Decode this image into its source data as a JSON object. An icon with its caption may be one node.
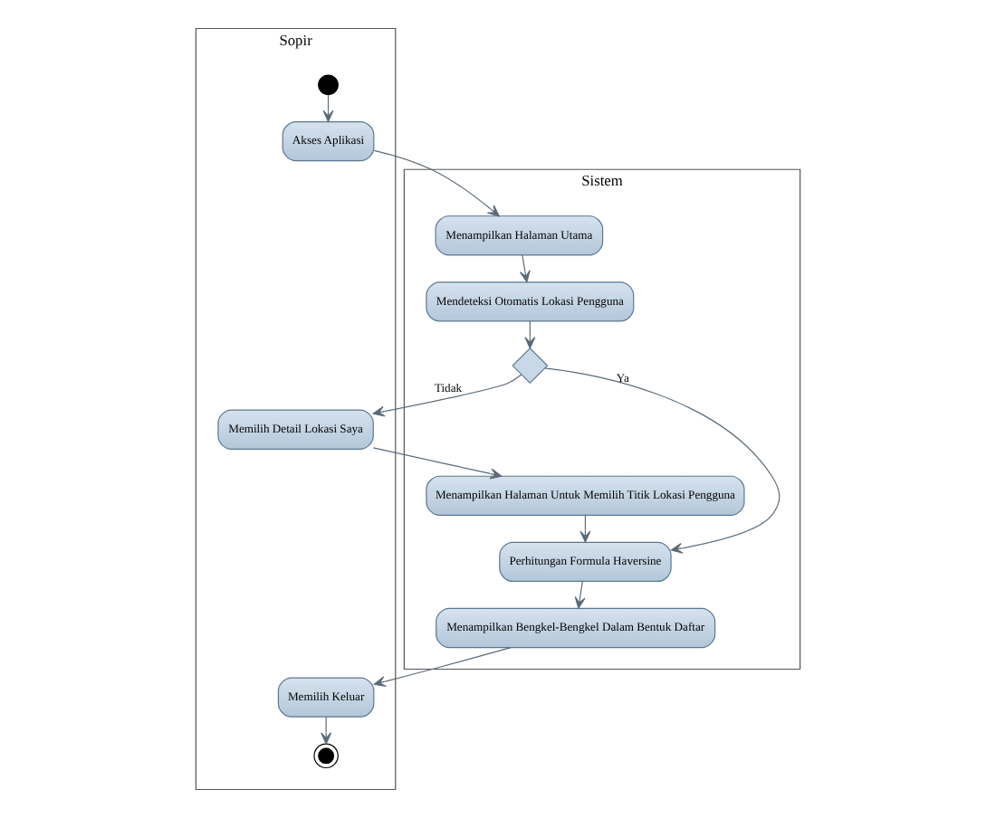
{
  "diagram": {
    "nodes": [
      {
        "text": [
          "Sopir"
        ]
      },
      {
        "text": [
          "Sistem"
        ]
      },
      {
        "text": [],
        "shape": "circle",
        "in": 0
      },
      {
        "text": [
          "Akses Aplikasi"
        ],
        "in": 0
      },
      {
        "text": [
          "Menampilkan Halaman Utama"
        ],
        "in": 1
      },
      {
        "text": [
          "Mendeteksi Otomatis Lokasi Pengguna"
        ],
        "in": 1
      },
      {
        "text": [],
        "shape": "diamond",
        "in": 1
      },
      {
        "text": [
          "Memilih Detail Lokasi Saya"
        ],
        "in": 0
      },
      {
        "text": [
          "Menampilkan Halaman Untuk Memilih Titik Lokasi Pengguna"
        ],
        "in": 1
      },
      {
        "text": [
          "Perhitungan Formula Haversine"
        ],
        "in": 1
      },
      {
        "text": [
          "Menampilkan Bengkel-Bengkel Dalam Bentuk Daftar"
        ],
        "in": 1
      },
      {
        "text": [
          "Memilih Keluar"
        ],
        "in": 0
      },
      {
        "text": [],
        "shape": "circle",
        "in": 0
      }
    ],
    "edges": [
      {
        "from": 2,
        "to": 3,
        "arrow": "to"
      },
      {
        "from": 3,
        "to": 4,
        "arrow": "to"
      },
      {
        "from": 4,
        "to": 5,
        "arrow": "to"
      },
      {
        "from": 5,
        "to": 6,
        "arrow": "to"
      },
      {
        "from": 6,
        "to": 7,
        "arrow": "to",
        "label": "Tidak"
      },
      {
        "from": 6,
        "to": 9,
        "arrow": "to",
        "label": "Ya"
      },
      {
        "from": 7,
        "to": 8,
        "arrow": "to"
      },
      {
        "from": 8,
        "to": 9,
        "arrow": "to"
      },
      {
        "from": 9,
        "to": 10,
        "arrow": "to"
      },
      {
        "from": 10,
        "to": 11,
        "arrow": "to"
      },
      {
        "from": 11,
        "to": 12,
        "arrow": "to"
      }
    ]
  }
}
